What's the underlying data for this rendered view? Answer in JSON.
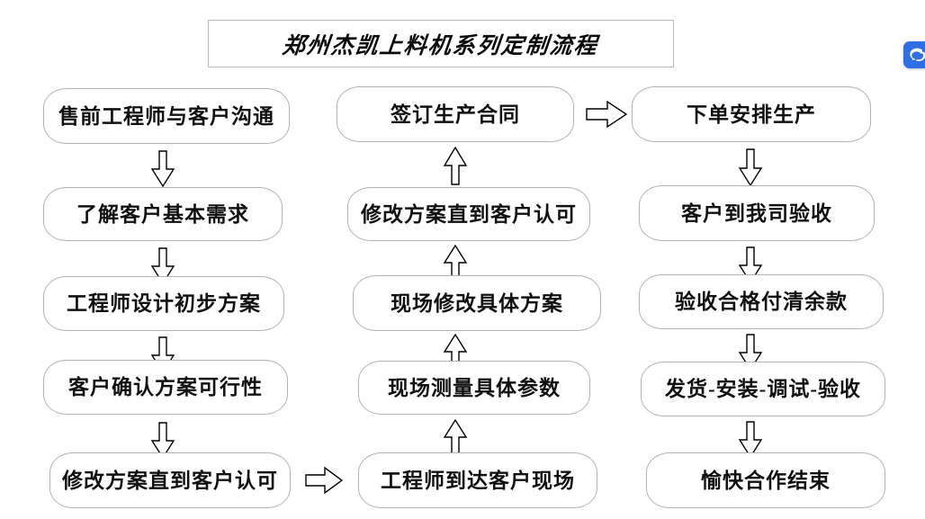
{
  "title": {
    "text": "郑州杰凯上料机系列定制流程"
  },
  "logo": {
    "name": "sogou-s-logo-icon"
  },
  "columns": [
    {
      "name": "column-1-presales",
      "direction": "top-to-bottom",
      "nodes": [
        {
          "label": "售前工程师与客户沟通"
        },
        {
          "label": "了解客户基本需求"
        },
        {
          "label": "工程师设计初步方案"
        },
        {
          "label": "客户确认方案可行性"
        },
        {
          "label": "修改方案直到客户认可"
        }
      ]
    },
    {
      "name": "column-2-onsite",
      "direction": "bottom-to-top",
      "nodes": [
        {
          "label": "签订生产合同"
        },
        {
          "label": "修改方案直到客户认可"
        },
        {
          "label": "现场修改具体方案"
        },
        {
          "label": "现场测量具体参数"
        },
        {
          "label": "工程师到达客户现场"
        }
      ]
    },
    {
      "name": "column-3-production",
      "direction": "top-to-bottom",
      "nodes": [
        {
          "label": "下单安排生产"
        },
        {
          "label": "客户到我司验收"
        },
        {
          "label": "验收合格付清余款"
        },
        {
          "label": "发货-安装-调试-验收"
        },
        {
          "label": "愉快合作结束"
        }
      ]
    }
  ],
  "connectors": [
    {
      "name": "arrow-down-c1-1",
      "direction": "down"
    },
    {
      "name": "arrow-down-c1-2",
      "direction": "down"
    },
    {
      "name": "arrow-down-c1-3",
      "direction": "down"
    },
    {
      "name": "arrow-down-c1-4",
      "direction": "down"
    },
    {
      "name": "arrow-right-c1-to-c2",
      "direction": "right"
    },
    {
      "name": "arrow-up-c2-1",
      "direction": "up"
    },
    {
      "name": "arrow-up-c2-2",
      "direction": "up"
    },
    {
      "name": "arrow-up-c2-3",
      "direction": "up"
    },
    {
      "name": "arrow-up-c2-4",
      "direction": "up"
    },
    {
      "name": "arrow-right-c2-to-c3",
      "direction": "right"
    },
    {
      "name": "arrow-down-c3-1",
      "direction": "down"
    },
    {
      "name": "arrow-down-c3-2",
      "direction": "down"
    },
    {
      "name": "arrow-down-c3-3",
      "direction": "down"
    },
    {
      "name": "arrow-down-c3-4",
      "direction": "down"
    }
  ],
  "colors": {
    "node_border": "#b3b3b3",
    "title_border": "#b9b9b9",
    "text": "#111111",
    "arrow_stroke": "#000000",
    "logo_blue": "#2f6fe3",
    "background": "#ffffff"
  }
}
